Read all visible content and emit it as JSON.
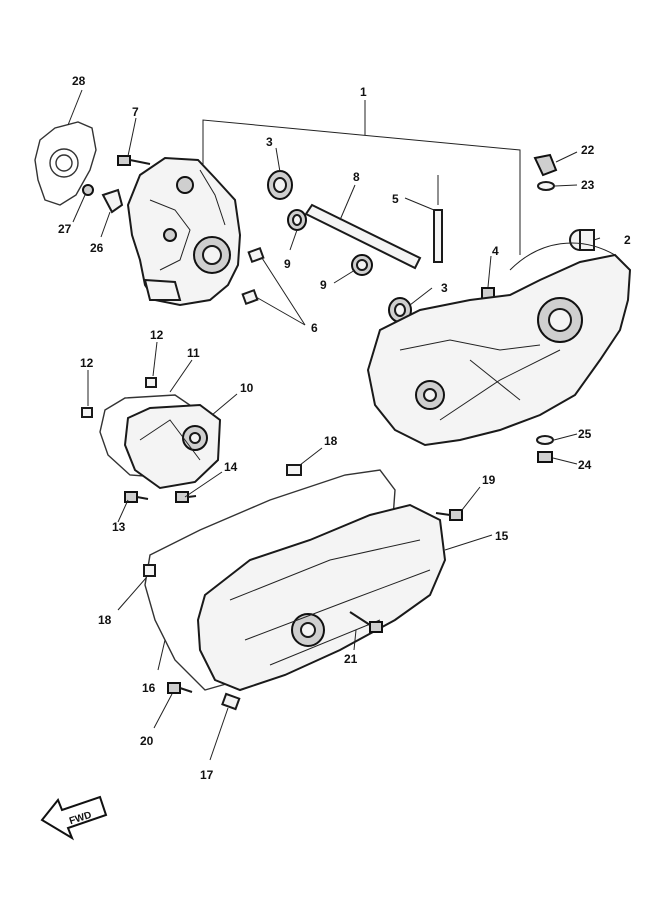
{
  "parts": [
    {
      "id": "p1",
      "num": "1"
    },
    {
      "id": "p2",
      "num": "2"
    },
    {
      "id": "p3a",
      "num": "3"
    },
    {
      "id": "p3b",
      "num": "3"
    },
    {
      "id": "p4",
      "num": "4"
    },
    {
      "id": "p5",
      "num": "5"
    },
    {
      "id": "p6",
      "num": "6"
    },
    {
      "id": "p7",
      "num": "7"
    },
    {
      "id": "p8",
      "num": "8"
    },
    {
      "id": "p9a",
      "num": "9"
    },
    {
      "id": "p9b",
      "num": "9"
    },
    {
      "id": "p10",
      "num": "10"
    },
    {
      "id": "p11",
      "num": "11"
    },
    {
      "id": "p12a",
      "num": "12"
    },
    {
      "id": "p12b",
      "num": "12"
    },
    {
      "id": "p13",
      "num": "13"
    },
    {
      "id": "p14",
      "num": "14"
    },
    {
      "id": "p15",
      "num": "15"
    },
    {
      "id": "p16",
      "num": "16"
    },
    {
      "id": "p17",
      "num": "17"
    },
    {
      "id": "p18a",
      "num": "18"
    },
    {
      "id": "p18b",
      "num": "18"
    },
    {
      "id": "p19",
      "num": "19"
    },
    {
      "id": "p20",
      "num": "20"
    },
    {
      "id": "p21",
      "num": "21"
    },
    {
      "id": "p22",
      "num": "22"
    },
    {
      "id": "p23",
      "num": "23"
    },
    {
      "id": "p24",
      "num": "24"
    },
    {
      "id": "p25",
      "num": "25"
    },
    {
      "id": "p26",
      "num": "26"
    },
    {
      "id": "p27",
      "num": "27"
    },
    {
      "id": "p28",
      "num": "28"
    }
  ],
  "direction_arrow": {
    "label": "FWD"
  }
}
